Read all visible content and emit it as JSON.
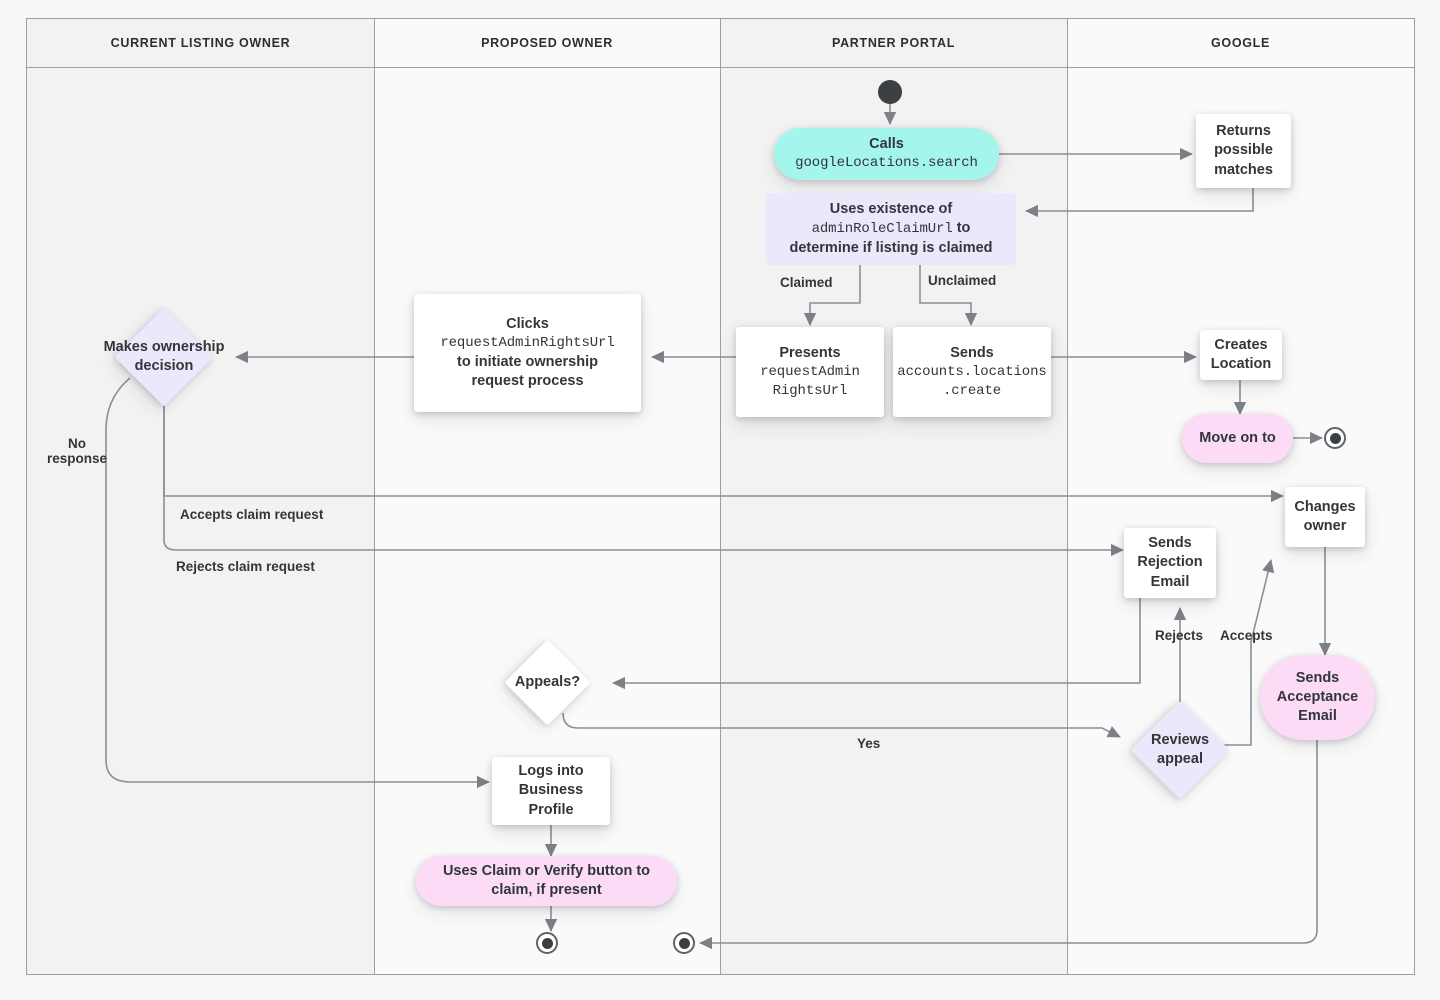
{
  "diagram": {
    "title": "Business Profile listing ownership transfer flow",
    "lanes": [
      {
        "id": "current-listing-owner",
        "label": "CURRENT LISTING OWNER"
      },
      {
        "id": "proposed-owner",
        "label": "PROPOSED OWNER"
      },
      {
        "id": "partner-portal",
        "label": "PARTNER PORTAL"
      },
      {
        "id": "google",
        "label": "GOOGLE"
      }
    ],
    "colors": {
      "cyan": "#a4f6ec",
      "pink": "#fbdbf6",
      "lavender": "#ece8fb",
      "white": "#ffffff",
      "line": "#80868b",
      "lane_border": "#9aa0a6",
      "lane_a": "#f2f2f2",
      "lane_b": "#fafafa",
      "text": "#32363b"
    },
    "nodes": [
      {
        "id": "start",
        "type": "start-node",
        "label": ""
      },
      {
        "id": "calls-search",
        "type": "pill-cyan",
        "line1": "Calls",
        "line2": "googleLocations.search"
      },
      {
        "id": "returns-matches",
        "type": "rect",
        "label": "Returns possible matches"
      },
      {
        "id": "uses-existence",
        "type": "rect-lavender",
        "line1": "Uses existence of",
        "line2": "adminRoleClaimUrl",
        "line3": " to",
        "line4": "determine if listing is claimed"
      },
      {
        "id": "presents-url",
        "type": "rect",
        "line1": "Presents",
        "line2": "requestAdmin",
        "line3": "RightsUrl"
      },
      {
        "id": "sends-create",
        "type": "rect",
        "line1": "Sends",
        "line2": "accounts.locations",
        "line3": ".create"
      },
      {
        "id": "creates-location",
        "type": "rect",
        "label": "Creates Location"
      },
      {
        "id": "move-on-to",
        "type": "pill-pink",
        "label": "Move on to"
      },
      {
        "id": "end-google",
        "type": "end-node",
        "label": ""
      },
      {
        "id": "clicks-url",
        "type": "rect",
        "line1": "Clicks",
        "line2": "requestAdminRightsUrl",
        "line3": "to initiate ownership",
        "line4": "request process"
      },
      {
        "id": "makes-ownership-decision",
        "type": "diamond-lavender",
        "label": "Makes ownership decision"
      },
      {
        "id": "changes-owner",
        "type": "rect",
        "label": "Changes owner"
      },
      {
        "id": "sends-rejection-email",
        "type": "rect",
        "label": "Sends Rejection Email"
      },
      {
        "id": "sends-acceptance-email",
        "type": "pill-pink",
        "label": "Sends Acceptance Email"
      },
      {
        "id": "reviews-appeal",
        "type": "diamond-lavender",
        "label": "Reviews appeal"
      },
      {
        "id": "appeals",
        "type": "diamond-white",
        "label": "Appeals?"
      },
      {
        "id": "logs-into-business-profile",
        "type": "rect",
        "label": "Logs into Business Profile"
      },
      {
        "id": "uses-claim-verify",
        "type": "pill-pink",
        "label": "Uses Claim or Verify button to claim, if present"
      },
      {
        "id": "end-proposed",
        "type": "end-node",
        "label": ""
      },
      {
        "id": "end-partner",
        "type": "end-node",
        "label": ""
      }
    ],
    "edge_labels": [
      {
        "id": "claimed",
        "text": "Claimed"
      },
      {
        "id": "unclaimed",
        "text": "Unclaimed"
      },
      {
        "id": "no-response",
        "text": "No response"
      },
      {
        "id": "accepts-claim-request",
        "text": "Accepts claim request"
      },
      {
        "id": "rejects-claim-request",
        "text": "Rejects claim request"
      },
      {
        "id": "rejects",
        "text": "Rejects"
      },
      {
        "id": "accepts",
        "text": "Accepts"
      },
      {
        "id": "yes",
        "text": "Yes"
      }
    ],
    "node_text": {
      "calls_l1": "Calls",
      "calls_l2": "googleLocations.search",
      "returns_matches": "Returns possible matches",
      "uses_l1": "Uses existence of",
      "uses_l2": "adminRoleClaimUrl",
      "uses_l2b": " to",
      "uses_l3": "determine if listing is claimed",
      "presents_l1": "Presents",
      "presents_l2": "requestAdmin",
      "presents_l3": "RightsUrl",
      "sends_l1": "Sends",
      "sends_l2": "accounts.locations",
      "sends_l3": ".create",
      "creates_location": "Creates Location",
      "move_on_to": "Move on to",
      "clicks_l1": "Clicks",
      "clicks_l2": "requestAdminRightsUrl",
      "clicks_l3": "to initiate ownership",
      "clicks_l4": "request process",
      "makes_decision": "Makes ownership decision",
      "changes_owner": "Changes owner",
      "sends_rejection": "Sends Rejection Email",
      "sends_acceptance": "Sends Acceptance Email",
      "reviews_appeal": "Reviews appeal",
      "appeals": "Appeals?",
      "logs_into": "Logs into Business Profile",
      "uses_claim": "Uses Claim or Verify button to claim, if present"
    }
  }
}
